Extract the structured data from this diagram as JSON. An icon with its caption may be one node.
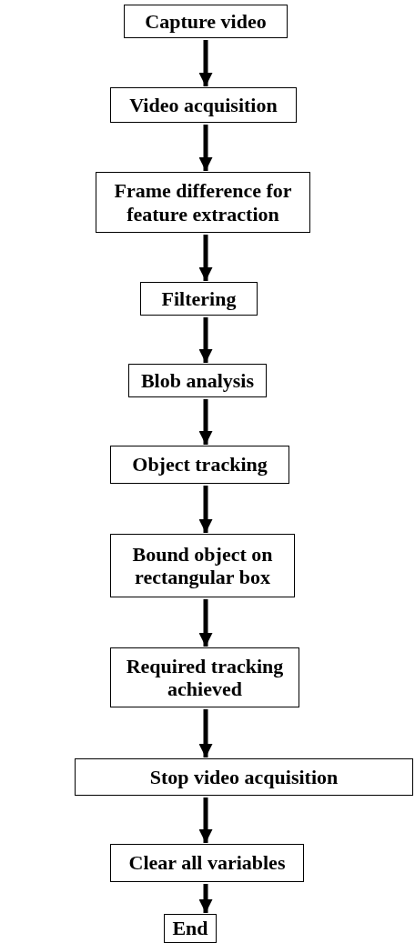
{
  "diagram": {
    "nodes": [
      {
        "text": [
          "Capture video"
        ]
      },
      {
        "text": [
          "Video acquisition"
        ]
      },
      {
        "text": [
          "Frame difference for feature extraction"
        ]
      },
      {
        "text": [
          "Filtering"
        ]
      },
      {
        "text": [
          "Blob analysis"
        ]
      },
      {
        "text": [
          "Object tracking"
        ]
      },
      {
        "text": [
          "Bound object on rectangular box"
        ]
      },
      {
        "text": [
          "Required tracking achieved"
        ]
      },
      {
        "text": [
          "Stop video acquisition"
        ]
      },
      {
        "text": [
          "Clear all variables"
        ]
      },
      {
        "text": [
          "End"
        ]
      }
    ],
    "edges": [
      {
        "from": 0,
        "to": 1,
        "arrow": "to"
      },
      {
        "from": 1,
        "to": 2,
        "arrow": "to"
      },
      {
        "from": 2,
        "to": 3,
        "arrow": "to"
      },
      {
        "from": 3,
        "to": 4,
        "arrow": "to"
      },
      {
        "from": 4,
        "to": 5,
        "arrow": "to"
      },
      {
        "from": 5,
        "to": 6,
        "arrow": "to"
      },
      {
        "from": 6,
        "to": 7,
        "arrow": "to"
      },
      {
        "from": 7,
        "to": 8,
        "arrow": "to"
      },
      {
        "from": 8,
        "to": 9,
        "arrow": "to"
      },
      {
        "from": 9,
        "to": 10,
        "arrow": "to"
      }
    ]
  }
}
